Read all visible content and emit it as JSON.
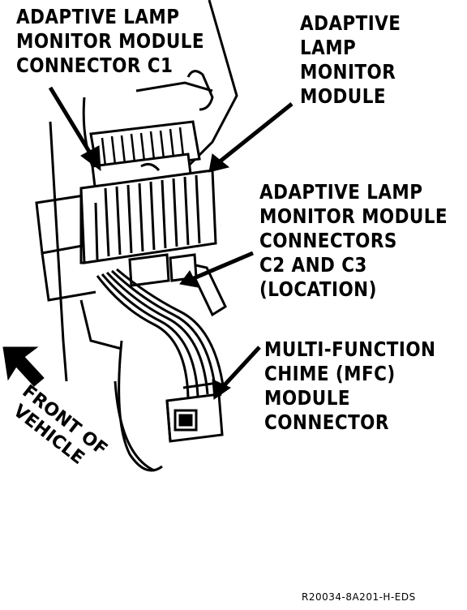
{
  "callouts": {
    "connector_c1": [
      "ADAPTIVE LAMP",
      "MONITOR MODULE",
      "CONNECTOR C1"
    ],
    "module": [
      "ADAPTIVE",
      "LAMP",
      "MONITOR",
      "MODULE"
    ],
    "connectors_c2_c3": [
      "ADAPTIVE LAMP",
      "MONITOR MODULE",
      "CONNECTORS",
      "C2 AND C3",
      "(LOCATION)"
    ],
    "mfc_connector": [
      "MULTI-FUNCTION",
      "CHIME (MFC)",
      "MODULE",
      "CONNECTOR"
    ]
  },
  "orientation": {
    "line1": "FRONT OF",
    "line2": "VEHICLE"
  },
  "part_number": "R20034-8A201-H-EDS"
}
